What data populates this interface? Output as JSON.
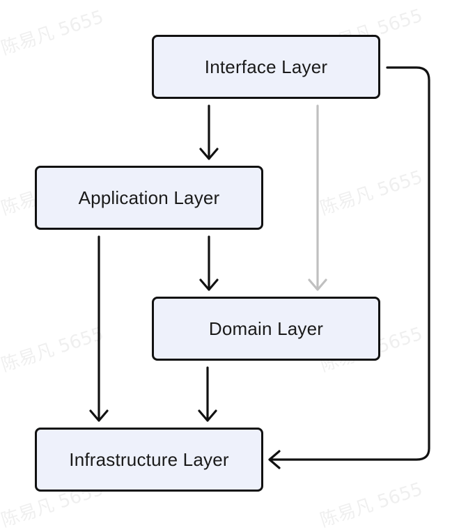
{
  "watermark": "陈易凡 5655",
  "layers": {
    "interface": "Interface Layer",
    "application": "Application Layer",
    "domain": "Domain Layer",
    "infrastructure": "Infrastructure Layer"
  },
  "colors": {
    "box_fill": "#eef1fb",
    "box_border": "#111111",
    "arrow": "#111111",
    "arrow_light": "#c0c0c0"
  }
}
